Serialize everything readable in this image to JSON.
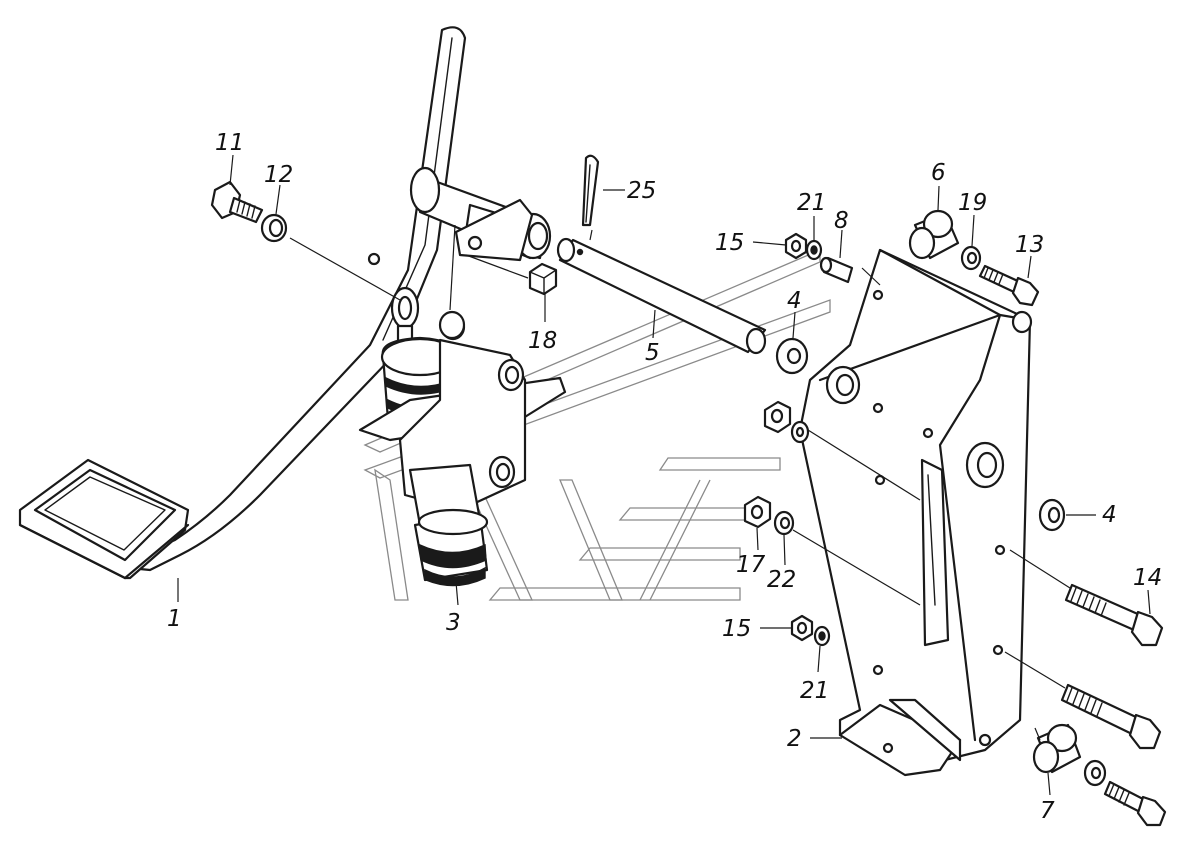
{
  "diagram": {
    "labels": [
      {
        "id": "1",
        "text": "1"
      },
      {
        "id": "2",
        "text": "2"
      },
      {
        "id": "3",
        "text": "3"
      },
      {
        "id": "4a",
        "text": "4"
      },
      {
        "id": "4b",
        "text": "4"
      },
      {
        "id": "5",
        "text": "5"
      },
      {
        "id": "6",
        "text": "6"
      },
      {
        "id": "7",
        "text": "7"
      },
      {
        "id": "8",
        "text": "8"
      },
      {
        "id": "11",
        "text": "11"
      },
      {
        "id": "12",
        "text": "12"
      },
      {
        "id": "13",
        "text": "13"
      },
      {
        "id": "14",
        "text": "14"
      },
      {
        "id": "15a",
        "text": "15"
      },
      {
        "id": "15b",
        "text": "15"
      },
      {
        "id": "17",
        "text": "17"
      },
      {
        "id": "18",
        "text": "18"
      },
      {
        "id": "19",
        "text": "19"
      },
      {
        "id": "21a",
        "text": "21"
      },
      {
        "id": "21b",
        "text": "21"
      },
      {
        "id": "22",
        "text": "22"
      },
      {
        "id": "25",
        "text": "25"
      }
    ]
  }
}
